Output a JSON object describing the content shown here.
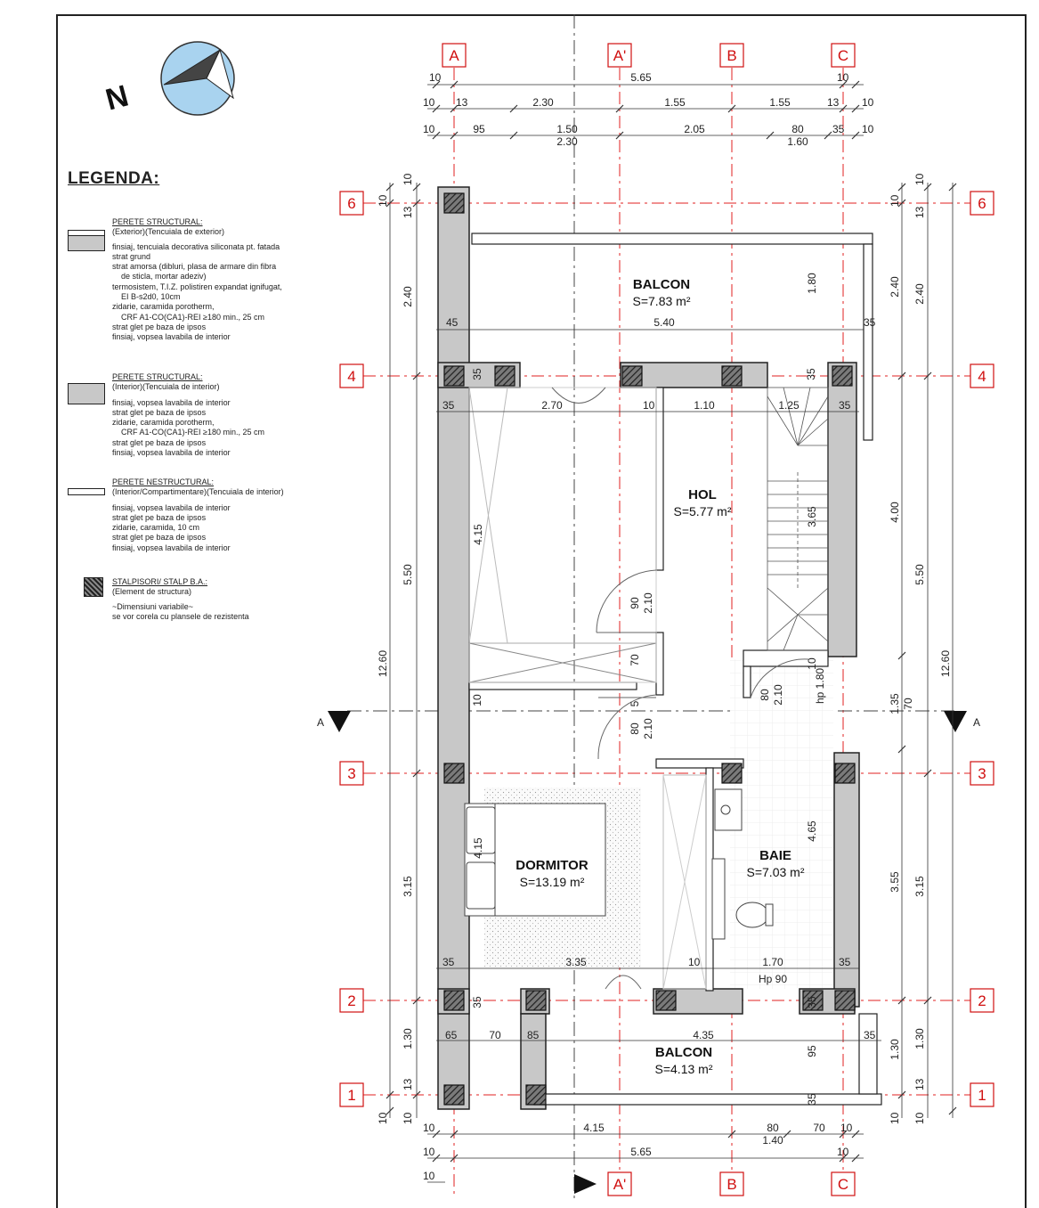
{
  "north_label": "N",
  "legend": {
    "title": "LEGENDA:",
    "items": [
      {
        "heading": "PERETE STRUCTURAL:",
        "subheading": "(Exterior)(Tencuiala de exterior)",
        "lines": [
          "finsiaj, tencuiala decorativa siliconata pt. fatada",
          "strat grund",
          "strat amorsa (dibluri, plasa de armare din fibra",
          "de sticla, mortar adeziv)",
          "termosistem, T.I.Z. polistiren expandat ignifugat,",
          "EI B-s2d0, 10cm",
          "zidarie, caramida porotherm,",
          "CRF A1-CO(CA1)-REI ≥180 min., 25 cm",
          "strat glet pe baza de ipsos",
          "finsiaj, vopsea lavabila de interior"
        ]
      },
      {
        "heading": "PERETE STRUCTURAL:",
        "subheading": "(Interior)(Tencuiala de interior)",
        "lines": [
          "finsiaj, vopsea lavabila de interior",
          "strat glet pe baza de ipsos",
          "zidarie, caramida porotherm,",
          "CRF A1-CO(CA1)-REI ≥180 min., 25 cm",
          "strat glet pe baza de ipsos",
          "finsiaj, vopsea lavabila de interior"
        ]
      },
      {
        "heading": "PERETE NESTRUCTURAL:",
        "subheading": "(Interior/Compartimentare)(Tencuiala de interior)",
        "lines": [
          "finsiaj, vopsea lavabila de interior",
          "strat glet pe baza de ipsos",
          "zidarie, caramida, 10 cm",
          "strat glet pe baza de ipsos",
          "finsiaj, vopsea lavabila de interior"
        ]
      },
      {
        "heading": "STALPISORI/ STALP B.A.:",
        "subheading": "(Element de structura)",
        "lines": [
          "~Dimensiuni variabile~",
          "se vor corela cu plansele de rezistenta"
        ]
      }
    ]
  },
  "grid_axes": {
    "columns": [
      "A",
      "A'",
      "B",
      "C"
    ],
    "rows": [
      "6",
      "4",
      "3",
      "2",
      "1"
    ],
    "section": "A"
  },
  "rooms": [
    {
      "name": "BALCON",
      "area": "S=7.83 m²"
    },
    {
      "name": "HOL",
      "area": "S=5.77 m²"
    },
    {
      "name": "DORMITOR",
      "area": "S=13.19 m²"
    },
    {
      "name": "BAIE",
      "area": "S=7.03 m²"
    },
    {
      "name": "BALCON",
      "area": "S=4.13 m²"
    }
  ],
  "notes": {
    "hp_bath": "Hp 90",
    "hp_window": "hp 1.80"
  },
  "dimensions": {
    "top_row1": [
      "10",
      "5.65",
      "10"
    ],
    "top_row2": [
      "10",
      "13",
      "2.30",
      "1.55",
      "1.55",
      "13",
      "10"
    ],
    "top_row3": [
      "10",
      "95",
      "1.50",
      "2.30",
      "2.05",
      "80",
      "1.60",
      "35",
      "10"
    ],
    "bottom_row1": [
      "10",
      "4.15",
      "80",
      "1.40",
      "70",
      "10"
    ],
    "bottom_row2": [
      "10",
      "5.65",
      "10"
    ],
    "bottom_row3": [
      "10"
    ],
    "left_outer": [
      "10",
      "12.60",
      "10"
    ],
    "left_inner": [
      "10",
      "13",
      "2.40",
      "5.50",
      "3.15",
      "1.30",
      "13",
      "10"
    ],
    "right_outer": [
      "10",
      "12.60",
      "10"
    ],
    "right_mid": [
      "5.50",
      "3.15",
      "1.30"
    ],
    "right_inner": [
      "10",
      "13",
      "2.40",
      "4.00",
      "1.35",
      "70",
      "3.55",
      "1.30",
      "13",
      "10"
    ],
    "interior": {
      "balcon_top_width": "5.40",
      "balcon_top_left": "45",
      "balcon_top_right": "35",
      "balcon_top_depth": "1.80",
      "row4_a": "35",
      "row4_b": "35",
      "row4_c": "35",
      "room_width_a": "2.70",
      "room_width_b": "1.10",
      "room_width_c": "1.25",
      "room_left": "35",
      "room_gap": "10",
      "room_right": "35",
      "hol_depth": "3.65",
      "left_room_depth": "4.15",
      "door1_w": "90",
      "door1_h": "2.10",
      "door2_w": "70",
      "wall_10a": "10",
      "wall_10b": "10",
      "door3_w": "80",
      "door3_h": "2.10",
      "door4_w": "80",
      "door4_h": "2.10",
      "door4_s": "5",
      "bath_depth": "4.65",
      "bed_depth": "4.15",
      "bottom_left": "35",
      "bottom_mid": "3.35",
      "bottom_gap": "10",
      "bottom_bath": "1.70",
      "bottom_right": "35",
      "row2_a": "35",
      "row2_b": "35",
      "balcon_bot_a": "65",
      "balcon_bot_b": "70",
      "balcon_bot_c": "85",
      "balcon_bot_w": "4.35",
      "balcon_bot_r": "35",
      "balcon_bot_h": "95",
      "row1_a": "35"
    }
  }
}
